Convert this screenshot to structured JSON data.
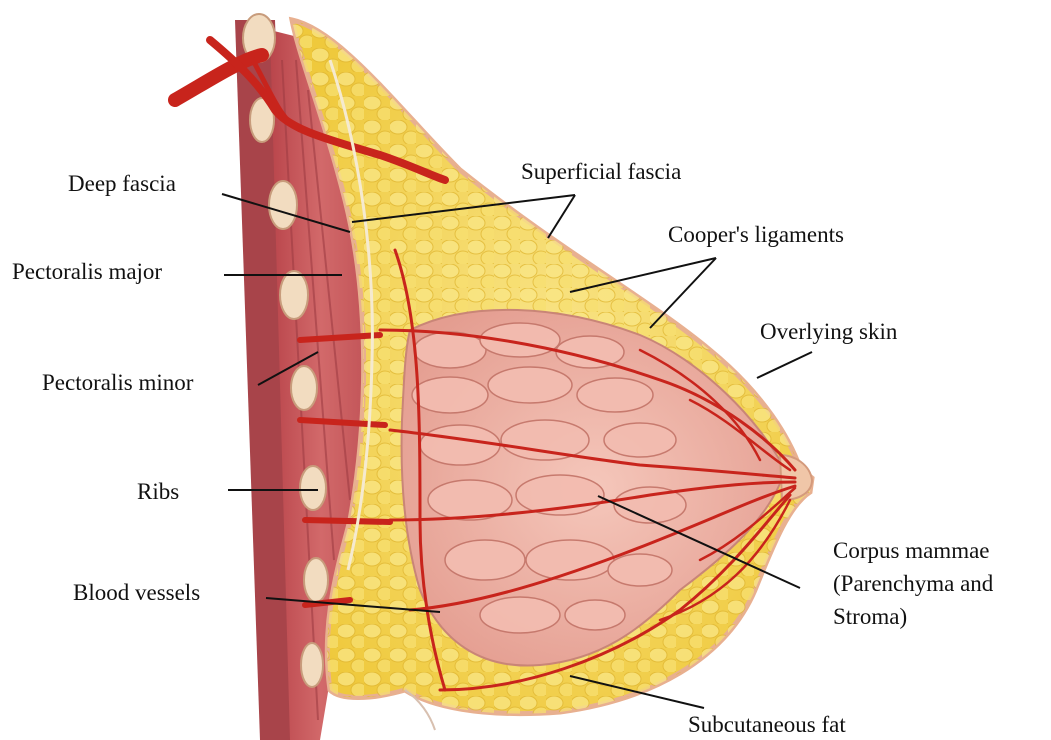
{
  "labels": {
    "deep_fascia": "Deep fascia",
    "superficial_fascia": "Superficial fascia",
    "coopers_ligaments": "Cooper's ligaments",
    "pectoralis_major": "Pectoralis major",
    "overlying_skin": "Overlying skin",
    "pectoralis_minor": "Pectoralis minor",
    "ribs": "Ribs",
    "corpus_mammae_line1": "Corpus mammae",
    "corpus_mammae_line2": "(Parenchyma and",
    "corpus_mammae_line3": "Stroma)",
    "blood_vessels": "Blood vessels",
    "subcutaneous_fat": "Subcutaneous fat"
  },
  "colors": {
    "fat": "#f4d64a",
    "fat_lobule": "#f8e27a",
    "muscle": "#c9575a",
    "parenchyma": "#eeb0a4",
    "vessel": "#c8241c",
    "skin_edge": "#e8b090",
    "rib": "#f2dcc0"
  }
}
